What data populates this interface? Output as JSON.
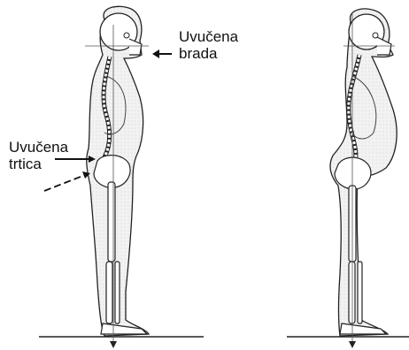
{
  "labels": {
    "chin": [
      "Uvučena",
      "brada"
    ],
    "tailbone": [
      "Uvučena",
      "trtica"
    ]
  },
  "colors": {
    "outline": "#222222",
    "body_fill": "#efefef",
    "bone_fill": "#ffffff",
    "plumb_line": "#555555"
  },
  "figures": [
    {
      "name": "good-posture",
      "description_only": true
    },
    {
      "name": "poor-posture",
      "description_only": true
    }
  ]
}
